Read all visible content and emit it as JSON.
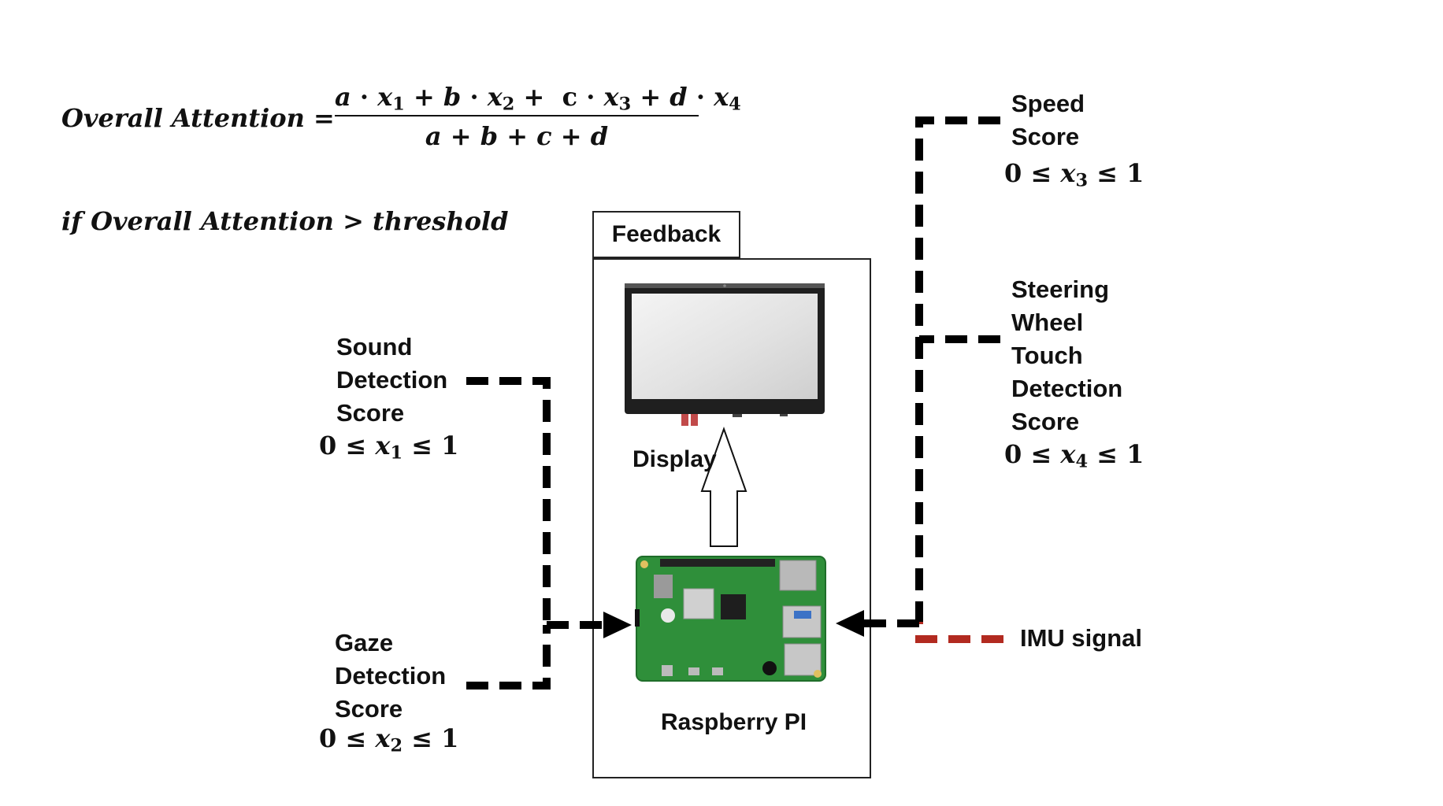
{
  "formula": {
    "lhs": "Overall Attention",
    "equals": "=",
    "numerator": {
      "a": "a",
      "x1": "x",
      "x1_sub": "1",
      "plus1": "+",
      "b": "b",
      "x2": "x",
      "x2_sub": "2",
      "plus2": "+",
      "c": "c",
      "x3": "x",
      "x3_sub": "3",
      "plus3": "+",
      "d": "d",
      "x4": "x",
      "x4_sub": "4",
      "dot": "·"
    },
    "denominator": "a + b + c + d",
    "condition": "if Overall Attention  > threshold"
  },
  "feedback": {
    "title": "Feedback"
  },
  "display": {
    "label": "Display"
  },
  "raspberry": {
    "label": "Raspberry PI"
  },
  "inputs": {
    "sound": {
      "lines": [
        "Sound",
        "Detection",
        "Score"
      ],
      "range": {
        "lo": "0 ≤ ",
        "var": "x",
        "sub": "1",
        "hi": " ≤ 1"
      }
    },
    "gaze": {
      "lines": [
        "Gaze",
        "Detection",
        "Score"
      ],
      "range": {
        "lo": "0 ≤ ",
        "var": "x",
        "sub": "2",
        "hi": " ≤ 1"
      }
    },
    "speed": {
      "lines": [
        "Speed",
        "Score"
      ],
      "range": {
        "lo": "0 ≤ ",
        "var": "x",
        "sub": "3",
        "hi": " ≤ 1"
      }
    },
    "steering": {
      "lines": [
        "Steering",
        "Wheel",
        "Touch",
        "Detection",
        "Score"
      ],
      "range": {
        "lo": "0 ≤ ",
        "var": "x",
        "sub": "4",
        "hi": " ≤ 1"
      }
    },
    "imu": {
      "label": "IMU signal"
    }
  },
  "colors": {
    "dash_black": "#000000",
    "dash_red": "#b22a20",
    "board_green": "#2f8f3a",
    "chip_silver": "#b9b9b9"
  }
}
